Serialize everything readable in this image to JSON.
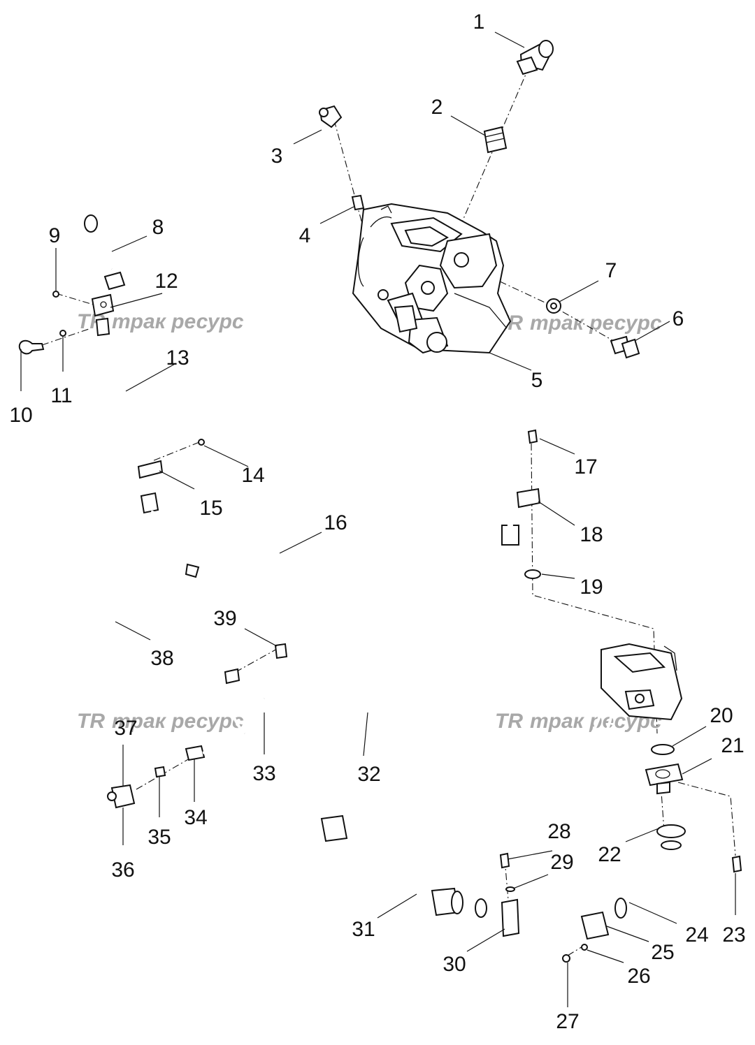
{
  "watermark": {
    "text": "трак ресурс",
    "logo": "TR",
    "color": "#a8a8a8"
  },
  "callouts": [
    {
      "n": "1"
    },
    {
      "n": "2"
    },
    {
      "n": "3"
    },
    {
      "n": "4"
    },
    {
      "n": "5"
    },
    {
      "n": "6"
    },
    {
      "n": "7"
    },
    {
      "n": "8"
    },
    {
      "n": "9"
    },
    {
      "n": "10"
    },
    {
      "n": "11"
    },
    {
      "n": "12"
    },
    {
      "n": "13"
    },
    {
      "n": "14"
    },
    {
      "n": "15"
    },
    {
      "n": "16"
    },
    {
      "n": "17"
    },
    {
      "n": "18"
    },
    {
      "n": "19"
    },
    {
      "n": "20"
    },
    {
      "n": "21"
    },
    {
      "n": "22"
    },
    {
      "n": "23"
    },
    {
      "n": "24"
    },
    {
      "n": "25"
    },
    {
      "n": "26"
    },
    {
      "n": "27"
    },
    {
      "n": "28"
    },
    {
      "n": "29"
    },
    {
      "n": "30"
    },
    {
      "n": "31"
    },
    {
      "n": "32"
    },
    {
      "n": "33"
    },
    {
      "n": "34"
    },
    {
      "n": "35"
    },
    {
      "n": "36"
    },
    {
      "n": "37"
    },
    {
      "n": "38"
    },
    {
      "n": "39"
    }
  ]
}
